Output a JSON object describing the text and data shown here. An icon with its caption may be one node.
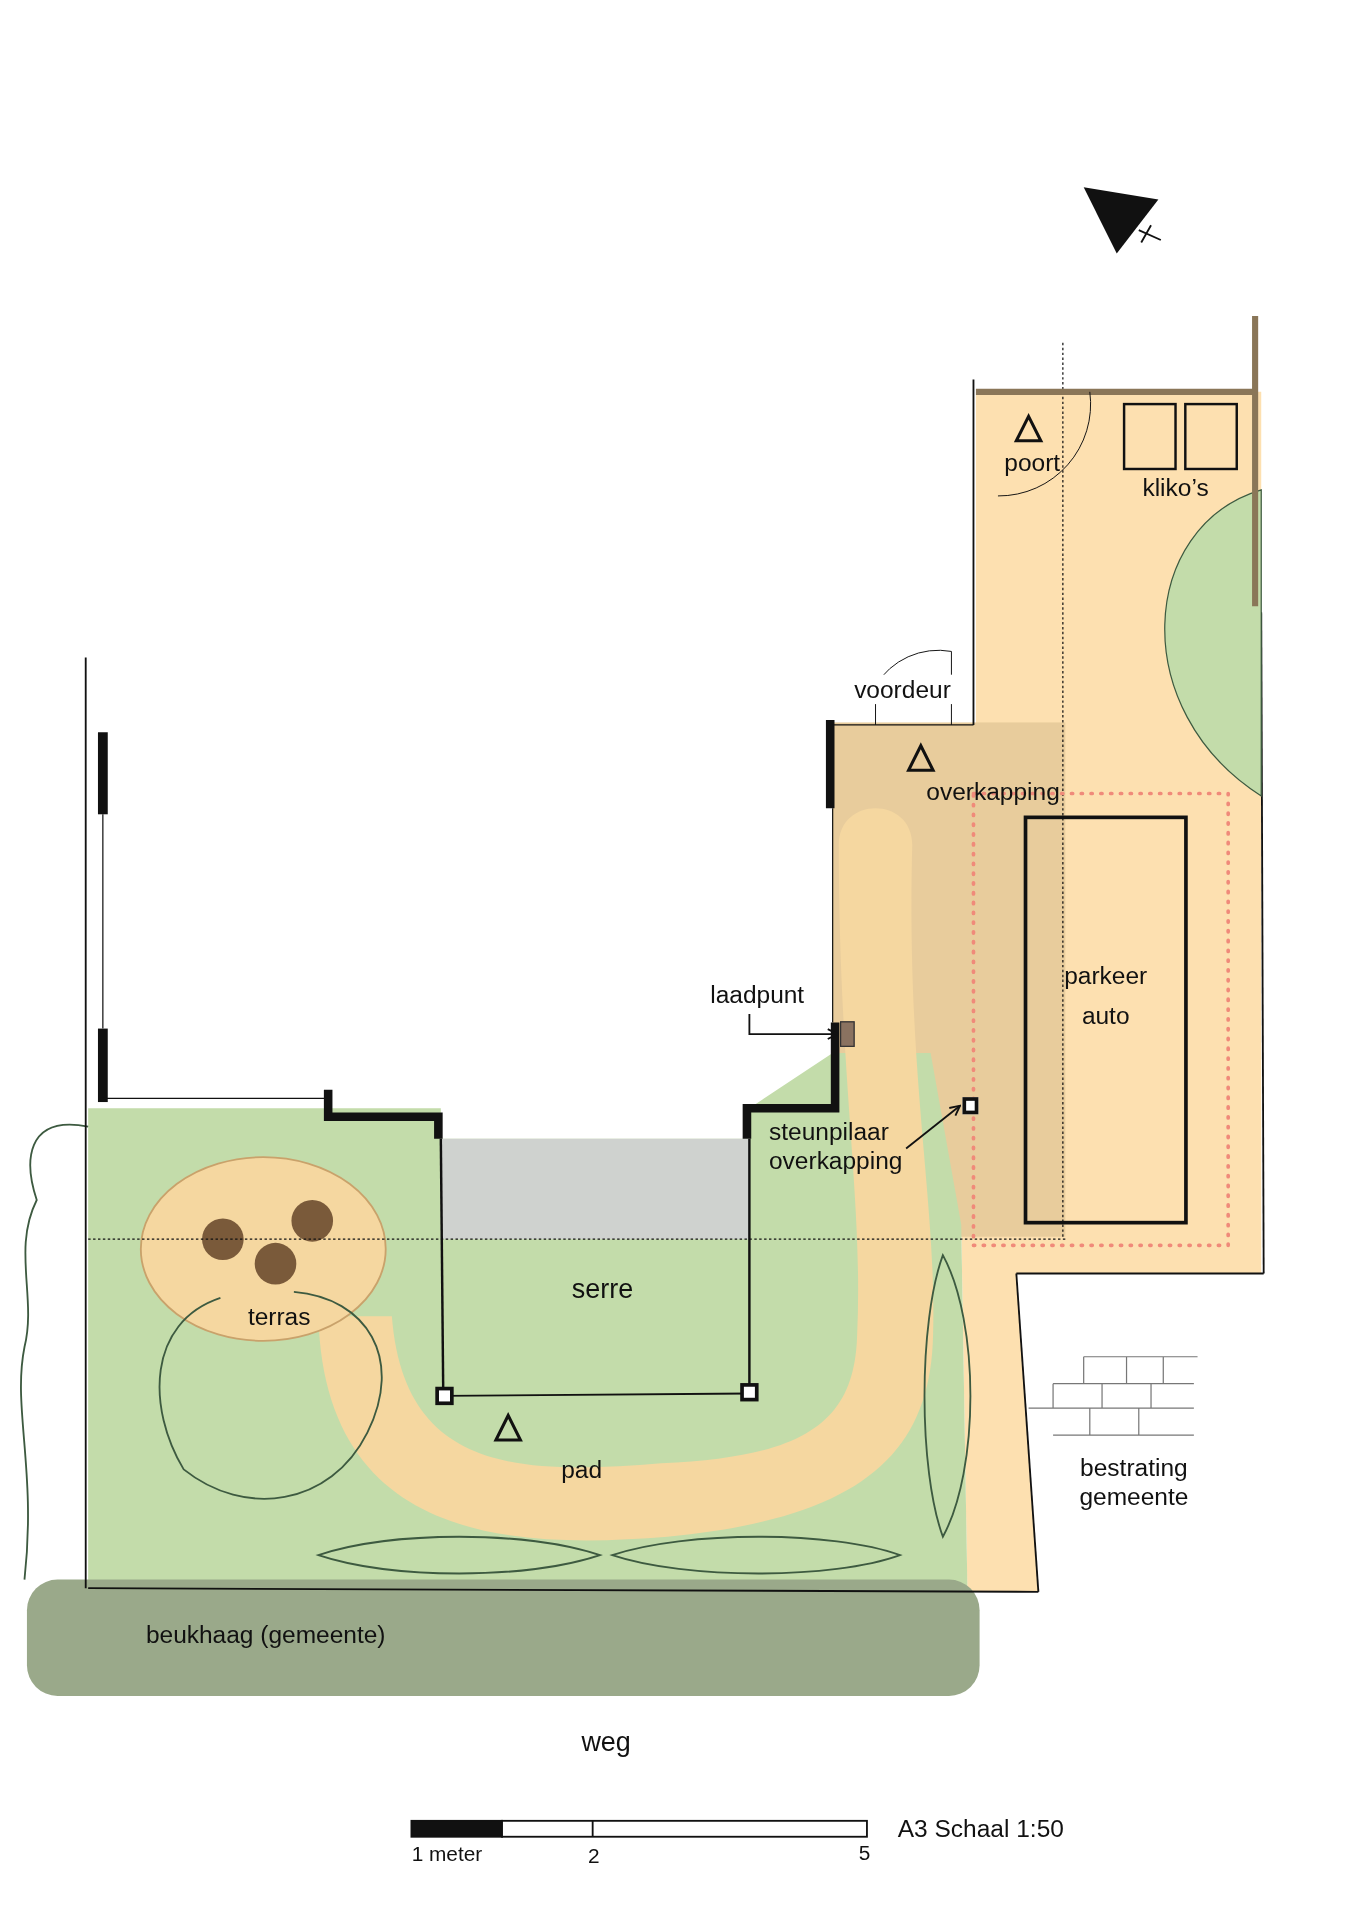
{
  "diagram": {
    "nodes": [
      {
        "text": [
          "laadpunt"
        ]
      },
      {
        "text": [],
        "shape": "box"
      },
      {
        "text": [
          "steunpilaar overkapping"
        ]
      },
      {
        "text": [],
        "shape": "box"
      },
      {
        "text": [
          "parkeer auto"
        ]
      }
    ],
    "edges": [
      {
        "from": 0,
        "to": 1,
        "arrow": "to"
      },
      {
        "from": 2,
        "to": 3,
        "arrow": "to"
      }
    ],
    "labels": [
      "poort",
      "kliko’s",
      "voordeur",
      "overkapping",
      "serre",
      "terras",
      "pad",
      "bestrating gemeente",
      "beukhaag (gemeente)",
      "weg",
      "1 meter",
      "2",
      "5",
      "A3 Schaal 1:50"
    ]
  }
}
